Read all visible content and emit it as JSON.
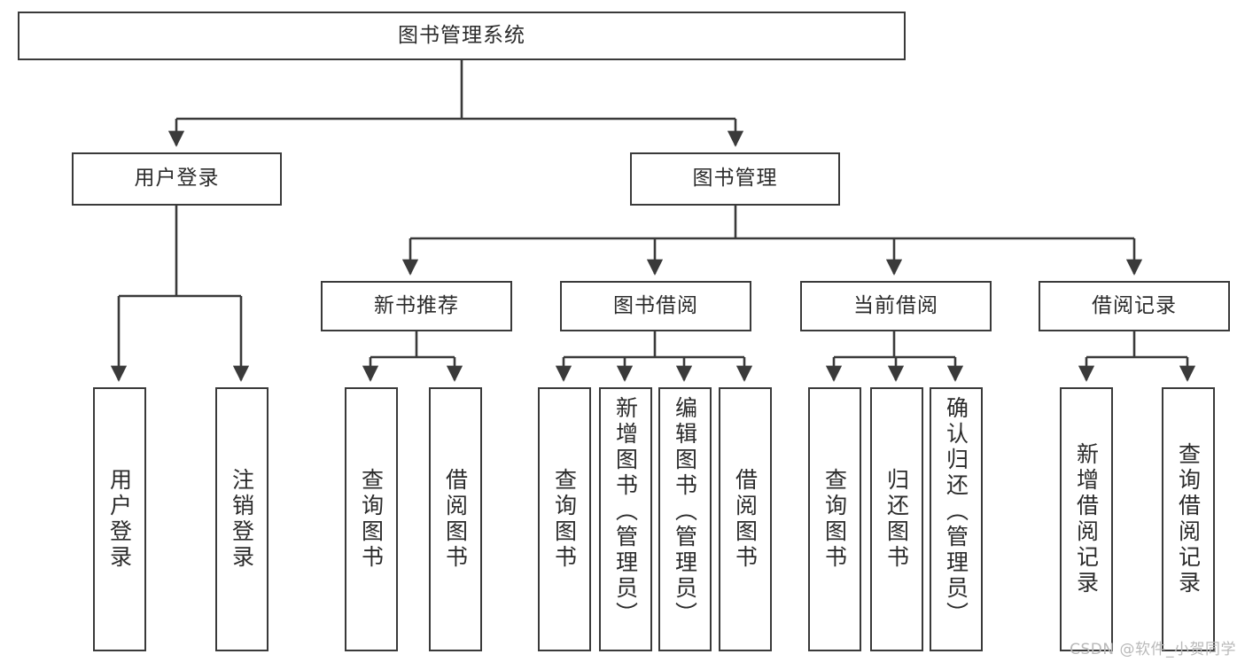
{
  "diagram": {
    "title": "图书管理系统",
    "type": "tree",
    "watermark": "CSDN @软件_小贺同学",
    "style": {
      "border_color": "#3a3a3a",
      "text_color": "#2b2b2b",
      "background": "#ffffff",
      "connector_color": "#3a3a3a",
      "watermark_color": "#b9b9b9"
    },
    "levels": {
      "root": "图书管理系统",
      "level2": [
        "用户登录",
        "图书管理"
      ],
      "level3": [
        "新书推荐",
        "图书借阅",
        "当前借阅",
        "借阅记录"
      ]
    },
    "nodes": {
      "root": {
        "label": "图书管理系统"
      },
      "user_login": {
        "label": "用户登录"
      },
      "book_manage": {
        "label": "图书管理"
      },
      "new_book_rec": {
        "label": "新书推荐"
      },
      "book_borrow": {
        "label": "图书借阅"
      },
      "current_borrow": {
        "label": "当前借阅"
      },
      "borrow_record": {
        "label": "借阅记录"
      },
      "leaf_user_login": {
        "label": "用户登录"
      },
      "leaf_logout": {
        "label": "注销登录"
      },
      "leaf_query_book_1": {
        "label": "查询图书"
      },
      "leaf_borrow_book_1": {
        "label": "借阅图书"
      },
      "leaf_query_book_2": {
        "label": "查询图书"
      },
      "leaf_add_book": {
        "label": "新增图书（管理员）"
      },
      "leaf_edit_book": {
        "label": "编辑图书（管理员）"
      },
      "leaf_borrow_book_2": {
        "label": "借阅图书"
      },
      "leaf_query_book_3": {
        "label": "查询图书"
      },
      "leaf_return_book": {
        "label": "归还图书"
      },
      "leaf_confirm_return": {
        "label": "确认归还（管理员）"
      },
      "leaf_add_record": {
        "label": "新增借阅记录"
      },
      "leaf_query_record": {
        "label": "查询借阅记录"
      }
    },
    "edges": [
      {
        "from": "root",
        "to": "user_login"
      },
      {
        "from": "root",
        "to": "book_manage"
      },
      {
        "from": "user_login",
        "to": "leaf_user_login"
      },
      {
        "from": "user_login",
        "to": "leaf_logout"
      },
      {
        "from": "book_manage",
        "to": "new_book_rec"
      },
      {
        "from": "book_manage",
        "to": "book_borrow"
      },
      {
        "from": "book_manage",
        "to": "current_borrow"
      },
      {
        "from": "book_manage",
        "to": "borrow_record"
      },
      {
        "from": "new_book_rec",
        "to": "leaf_query_book_1"
      },
      {
        "from": "new_book_rec",
        "to": "leaf_borrow_book_1"
      },
      {
        "from": "book_borrow",
        "to": "leaf_query_book_2"
      },
      {
        "from": "book_borrow",
        "to": "leaf_add_book"
      },
      {
        "from": "book_borrow",
        "to": "leaf_edit_book"
      },
      {
        "from": "book_borrow",
        "to": "leaf_borrow_book_2"
      },
      {
        "from": "current_borrow",
        "to": "leaf_query_book_3"
      },
      {
        "from": "current_borrow",
        "to": "leaf_return_book"
      },
      {
        "from": "current_borrow",
        "to": "leaf_confirm_return"
      },
      {
        "from": "borrow_record",
        "to": "leaf_add_record"
      },
      {
        "from": "borrow_record",
        "to": "leaf_query_record"
      }
    ]
  }
}
